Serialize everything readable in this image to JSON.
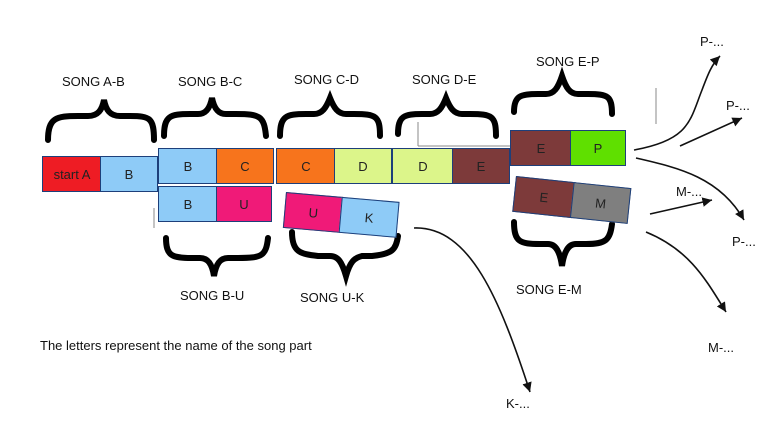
{
  "song_labels": {
    "ab": "SONG A-B",
    "bc": "SONG B-C",
    "cd": "SONG C-D",
    "de": "SONG D-E",
    "ep": "SONG E-P",
    "bu": "SONG B-U",
    "uk": "SONG U-K",
    "em": "SONG E-M"
  },
  "blocks": {
    "startA": "start A",
    "b1": "B",
    "b2": "B",
    "c1": "C",
    "c2": "C",
    "d1": "D",
    "d2": "D",
    "e1": "E",
    "e2": "E",
    "e3": "E",
    "p": "P",
    "b3": "B",
    "u1": "U",
    "u2": "U",
    "k": "K",
    "m": "M"
  },
  "branch_labels": {
    "p1": "P-...",
    "p2": "P-...",
    "m1": "M-...",
    "p3": "P-...",
    "m2": "M-...",
    "k": "K-..."
  },
  "note": "The letters represent the name of the song part",
  "colors": {
    "red": "#ee1c24",
    "blue": "#8ecbf7",
    "orange": "#f7741c",
    "lime": "#dcf58a",
    "maroon": "#7d3a3a",
    "green": "#5fe000",
    "magenta": "#f01a78",
    "gray": "#7f7f7f"
  }
}
